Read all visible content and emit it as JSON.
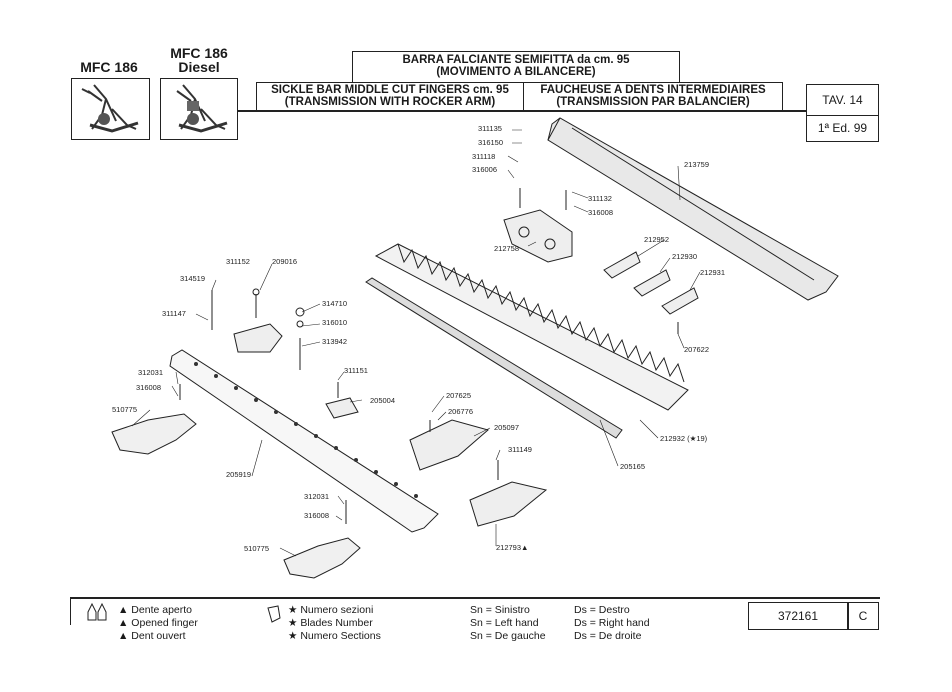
{
  "header": {
    "model1": "MFC 186",
    "model2_line1": "MFC 186",
    "model2_line2": "Diesel",
    "title_it_1": "BARRA FALCIANTE SEMIFITTA da cm. 95",
    "title_it_2": "(MOVIMENTO A BILANCERE)",
    "title_en_1": "SICKLE BAR MIDDLE CUT FINGERS cm. 95",
    "title_en_2": "(TRANSMISSION WITH ROCKER ARM)",
    "title_fr_1": "FAUCHEUSE A DENTS INTERMEDIAIRES",
    "title_fr_2": "(TRANSMISSION PAR BALANCIER)",
    "tav": "TAV. 14",
    "edition": "1ª Ed. 99"
  },
  "parts": {
    "p311135": "311135",
    "p316150": "316150",
    "p311118": "311118",
    "p316006": "316006",
    "p311132": "311132",
    "p316008a": "316008",
    "p212758": "212758",
    "p213759": "213759",
    "p212952": "212952",
    "p212930": "212930",
    "p212931": "212931",
    "p207622": "207622",
    "p311152": "311152",
    "p209016": "209016",
    "p314519": "314519",
    "p311147": "311147",
    "p314710": "314710",
    "p316010": "316010",
    "p313942": "313942",
    "p311151": "311151",
    "p205004": "205004",
    "p312031a": "312031",
    "p316008b": "316008",
    "p510775a": "510775",
    "p205919": "205919",
    "p207625": "207625",
    "p206776": "206776",
    "p205097": "205097",
    "p311149": "311149",
    "p212932": "212932 (★19)",
    "p205165": "205165",
    "p312031b": "312031",
    "p316008c": "316008",
    "p510775b": "510775",
    "p212793": "212793▲"
  },
  "footer": {
    "tri1": "▲ Dente aperto",
    "tri2": "▲ Opened finger",
    "tri3": "▲ Dent ouvert",
    "star1": "★ Numero sezioni",
    "star2": "★ Blades Number",
    "star3": "★ Numero Sections",
    "sn1": "Sn = Sinistro",
    "sn2": "Sn = Left hand",
    "sn3": "Sn = De gauche",
    "ds1": "Ds = Destro",
    "ds2": "Ds = Right hand",
    "ds3": "Ds = De droite",
    "code": "372161",
    "rev": "C"
  }
}
